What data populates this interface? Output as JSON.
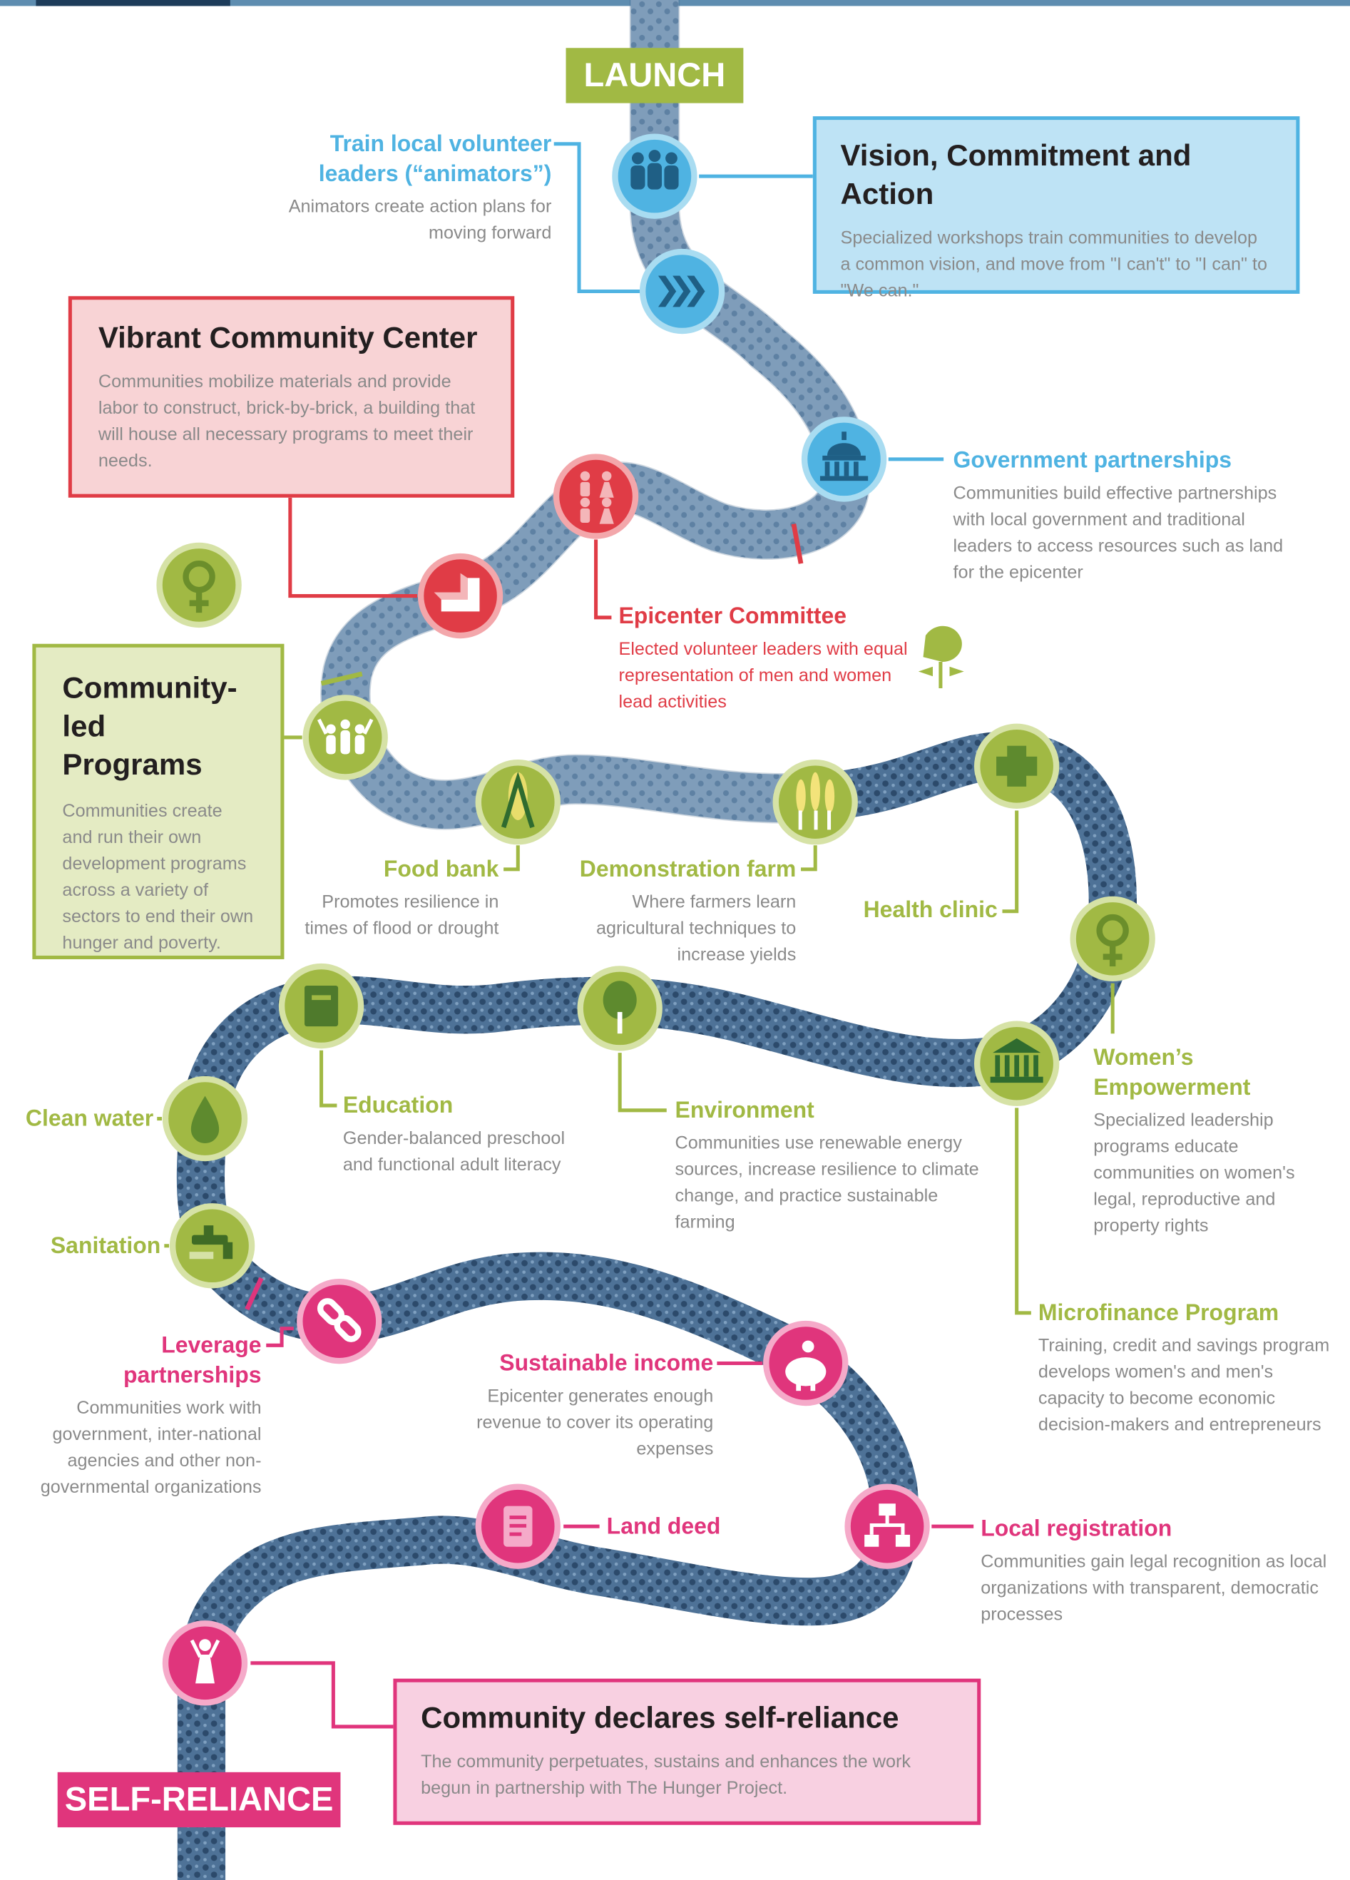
{
  "colors": {
    "blue": "#4fb3e2",
    "red": "#e03c46",
    "green": "#a1b944",
    "pink": "#e0357c",
    "road": "#5f7fa0",
    "road_dark": "#2e4e70"
  },
  "stages": {
    "launch": "LAUNCH",
    "self_reliance": "SELF-RELIANCE"
  },
  "boxes": {
    "vision": {
      "title": "Vision, Commitment and Action",
      "text": "Specialized workshops train communities to develop a common vision, and move from \"I can't\" to \"I can\" to \"We can.\""
    },
    "center": {
      "title": "Vibrant Community Center",
      "text": "Communities mobilize materials and provide labor to construct, brick-by-brick, a building that will house all necessary programs to meet their needs."
    },
    "programs": {
      "title_line1": "Community-led",
      "title_line2": "Programs",
      "text": "Communities create and run their own development programs across a variety of sectors to end their own hunger and poverty."
    },
    "self_reliance": {
      "title": "Community declares self-reliance",
      "text": "The community perpetuates, sustains and enhances the work begun in partnership with The Hunger Project."
    }
  },
  "milestones": {
    "train": {
      "label_line1": "Train local volunteer",
      "label_line2": "leaders (“animators”)",
      "text": "Animators create action plans for moving forward",
      "icon": "people-icon"
    },
    "forward": {
      "icon": "chevrons-right-icon"
    },
    "government": {
      "label": "Government partnerships",
      "text": "Communities build effective partnerships with local government and traditional leaders to access resources such as land for the epicenter",
      "icon": "capitol-icon"
    },
    "committee": {
      "label": "Epicenter Committee",
      "text": "Elected volunteer leaders with equal representation of men and women lead activities",
      "icon": "men-women-icon"
    },
    "building": {
      "icon": "brick-icon"
    },
    "community": {
      "icon": "community-icon"
    },
    "food_bank": {
      "label": "Food bank",
      "text": "Promotes resilience in times of flood or drought",
      "icon": "corn-icon"
    },
    "farm": {
      "label": "Demonstration farm",
      "text": "Where farmers learn agricultural techniques to increase yields",
      "icon": "wheat-icon"
    },
    "health": {
      "label": "Health clinic",
      "icon": "cross-icon"
    },
    "women": {
      "label_line1": "Women’s",
      "label_line2": "Empowerment",
      "text": "Specialized leadership programs educate communities on women's legal, reproductive and property rights",
      "icon": "female-symbol-icon"
    },
    "education": {
      "label": "Education",
      "text": "Gender-balanced preschool and functional adult literacy",
      "icon": "book-icon"
    },
    "environment": {
      "label": "Environment",
      "text": "Communities use renewable energy sources, increase resilience to climate change, and practice sustainable farming",
      "icon": "tree-icon"
    },
    "microfinance": {
      "label": "Microfinance Program",
      "text": "Training, credit and savings program develops women's and men's capacity to become economic decision-makers and entrepreneurs",
      "icon": "bank-icon"
    },
    "water": {
      "label": "Clean water",
      "icon": "drop-icon"
    },
    "sanitation": {
      "label": "Sanitation",
      "icon": "faucet-icon"
    },
    "leverage": {
      "label_line1": "Leverage",
      "label_line2": "partnerships",
      "text": "Communities work with government, inter-national agencies and other non-governmental organizations",
      "icon": "chain-icon"
    },
    "income": {
      "label": "Sustainable income",
      "text": "Epicenter generates enough revenue to cover its operating expenses",
      "icon": "piggy-bank-icon"
    },
    "land": {
      "label": "Land deed",
      "icon": "scroll-icon"
    },
    "registration": {
      "label": "Local registration",
      "text": "Communities gain legal recognition as local organizations with transparent, democratic processes",
      "icon": "org-chart-icon"
    },
    "declare": {
      "icon": "celebrating-person-icon"
    }
  }
}
